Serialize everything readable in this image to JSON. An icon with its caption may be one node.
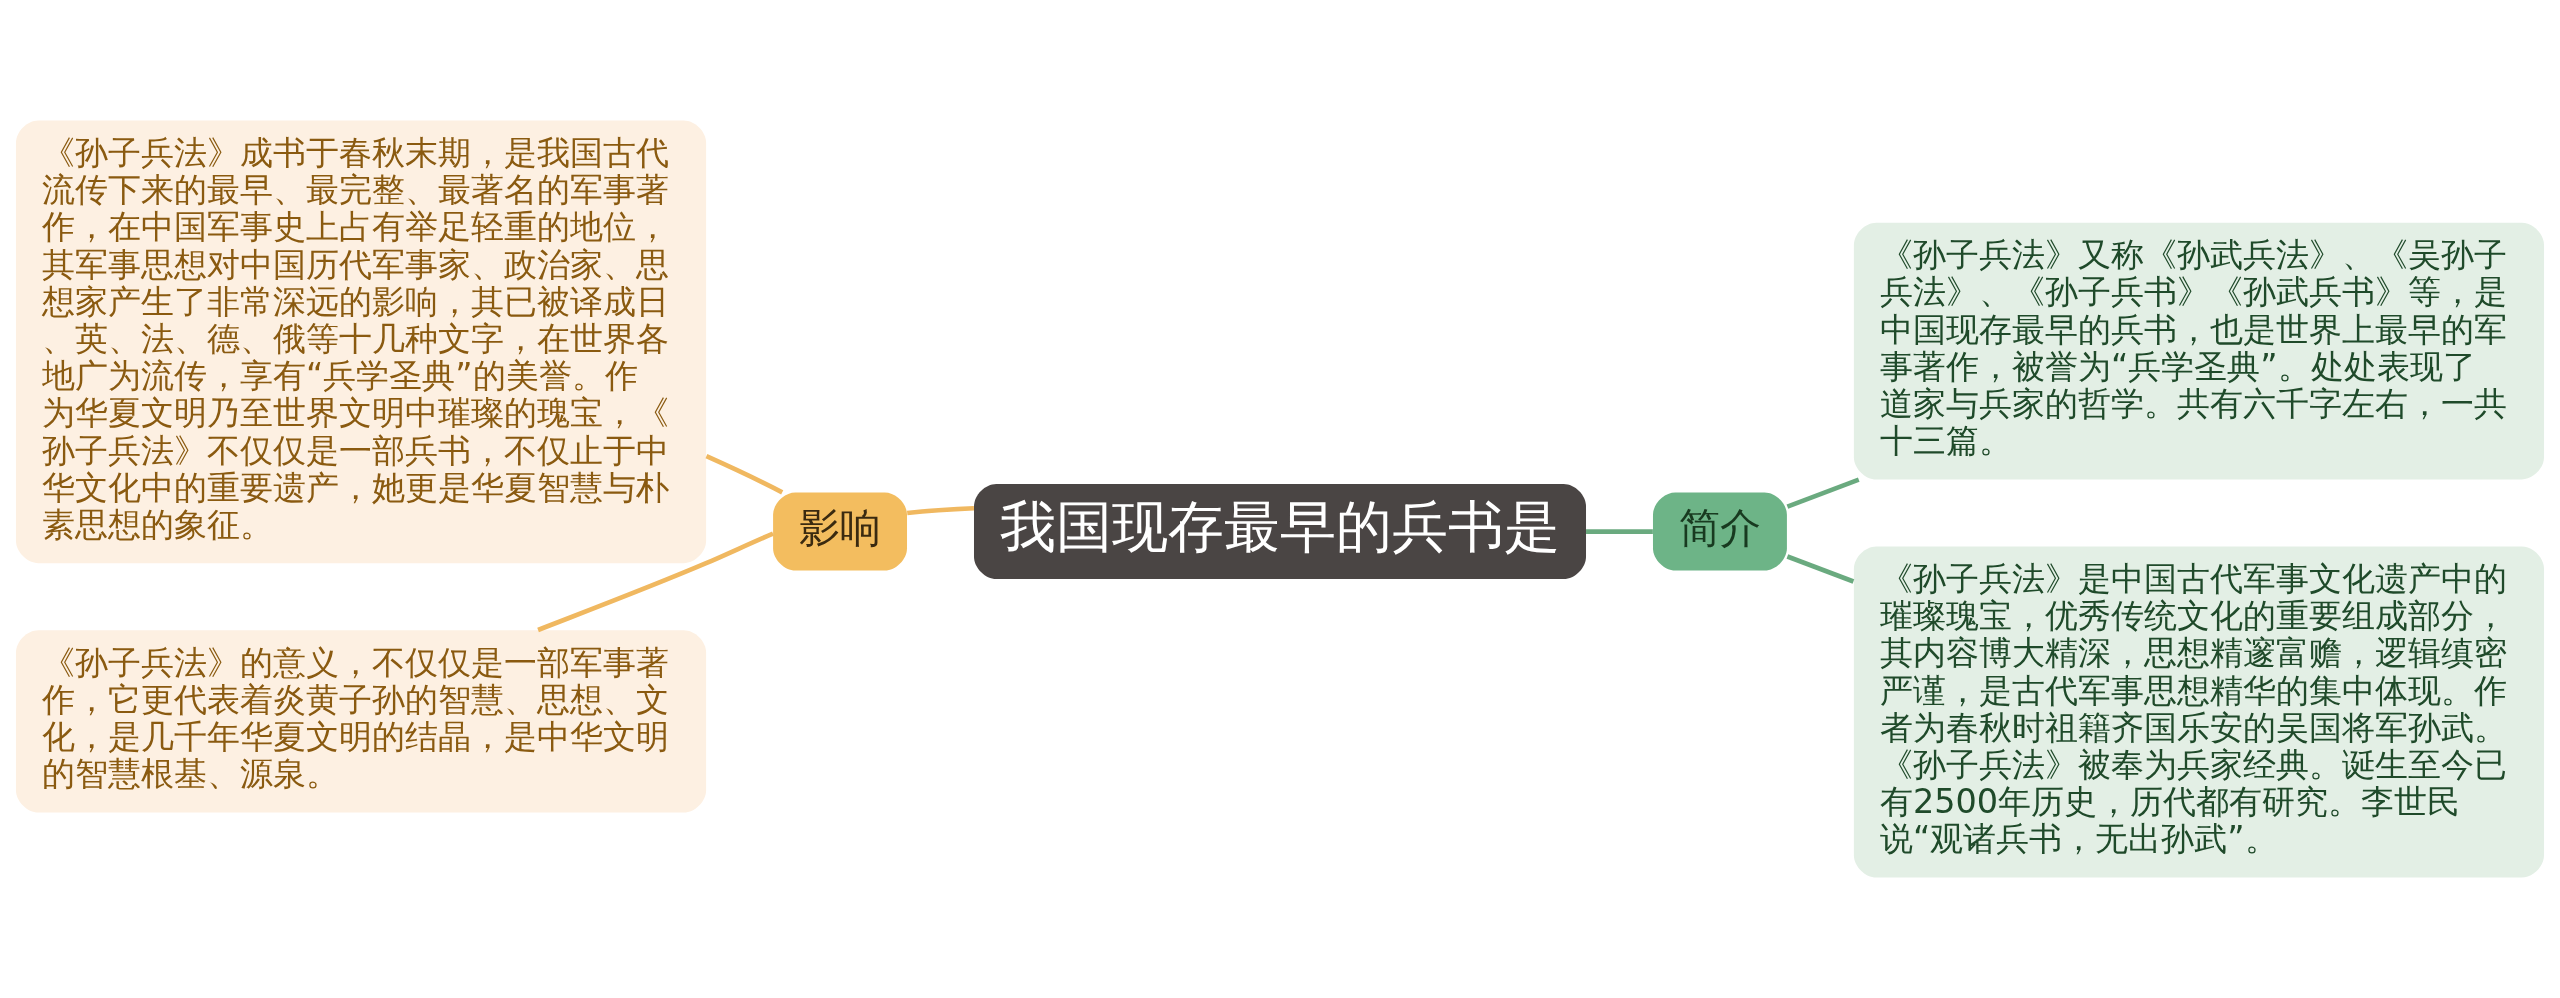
{
  "diagram": {
    "nodes": [
      {
        "text": [
          "我国现存最早的兵书是"
        ]
      },
      {
        "text": [
          "影响"
        ]
      },
      {
        "text": [
          "《孙子兵法》成书于春秋末期，是我国古代流传下来的最早、最完整、最著名的军事著作，在中国军事史上占有举足轻重的地位，其军事思想对中国历代军事家、政治家、思想家产生了非常深远的影响，其已被译成日、英、法、德、俄等十几种文字，在世界各地广为流传，享有“兵学圣典”的美誉。作为华夏文明乃至世界文明中璀璨的瑰宝，《孙子兵法》不仅仅是一部兵书，不仅止于中华文化中的重要遗产，她更是华夏智慧与朴素思想的象征。"
        ]
      },
      {
        "text": [
          "《孙子兵法》的意义，不仅仅是一部军事著作，它更代表着炎黄子孙的智慧、思想、文化，是几千年华夏文明的结晶，是中华文明的智慧根基、源泉。"
        ]
      },
      {
        "text": [
          "简介"
        ]
      },
      {
        "text": [
          "《孙子兵法》又称《孙武兵法》、《吴孙子兵法》、《孙子兵书》《孙武兵书》等，是中国现存最早的兵书，也是世界上最早的军事著作，被誉为“兵学圣典”。处处表现了道家与兵家的哲学。共有六千字左右，一共十三篇。"
        ]
      },
      {
        "text": [
          "《孙子兵法》是中国古代军事文化遗产中的璀璨瑰宝，优秀传统文化的重要组成部分，其内容博大精深，思想精邃富赡，逻辑缜密严谨，是古代军事思想精华的集中体现。作者为春秋时祖籍齐国乐安的吴国将军孙武。《孙子兵法》被奉为兵家经典。诞生至今已有2500年历史，历代都有研究。李世民说“观诸兵书，无出孙武”。"
        ]
      }
    ],
    "edges": [
      {
        "from": 0,
        "to": 1,
        "arrow": "none",
        "color": "#f0b860"
      },
      {
        "from": 1,
        "to": 2,
        "arrow": "none",
        "color": "#f0b860"
      },
      {
        "from": 1,
        "to": 3,
        "arrow": "none",
        "color": "#f0b860"
      },
      {
        "from": 0,
        "to": 4,
        "arrow": "none",
        "color": "#6aaa7f"
      },
      {
        "from": 4,
        "to": 5,
        "arrow": "none",
        "color": "#6aaa7f"
      },
      {
        "from": 4,
        "to": 6,
        "arrow": "none",
        "color": "#6aaa7f"
      }
    ]
  }
}
